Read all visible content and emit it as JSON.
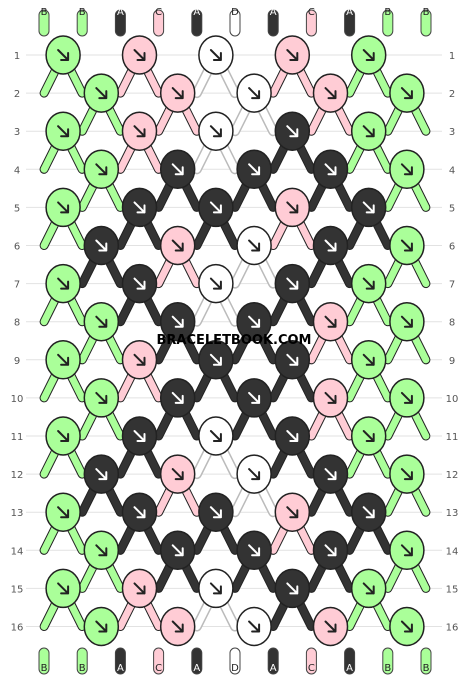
{
  "watermark": "BRACELETBOOK.COM",
  "strands": [
    "B",
    "B",
    "A",
    "C",
    "A",
    "D",
    "A",
    "C",
    "A",
    "B",
    "B"
  ],
  "colors": {
    "A": "#333333",
    "B": "#aaff99",
    "C": "#ffccd5",
    "D": "#ffffff"
  },
  "row_labels": [
    "1",
    "2",
    "3",
    "4",
    "5",
    "6",
    "7",
    "8",
    "9",
    "10",
    "11",
    "12",
    "13",
    "14",
    "15",
    "16"
  ],
  "knots": [
    [
      "B",
      "C",
      "D",
      "C",
      "B"
    ],
    [
      "B",
      "C",
      "D",
      "C",
      "B"
    ],
    [
      "B",
      "C",
      "D",
      "A",
      "B"
    ],
    [
      "B",
      "A",
      "A",
      "A",
      "B"
    ],
    [
      "B",
      "A",
      "A",
      "C",
      "A"
    ],
    [
      "A",
      "C",
      "D",
      "A",
      "B"
    ],
    [
      "B",
      "A",
      "D",
      "A",
      "B"
    ],
    [
      "B",
      "A",
      "A",
      "C",
      "B"
    ],
    [
      "B",
      "C",
      "A",
      "A",
      "B"
    ],
    [
      "B",
      "A",
      "A",
      "C",
      "B"
    ],
    [
      "B",
      "A",
      "D",
      "A",
      "B"
    ],
    [
      "A",
      "C",
      "D",
      "A",
      "B"
    ],
    [
      "B",
      "A",
      "A",
      "C",
      "A"
    ],
    [
      "B",
      "A",
      "A",
      "A",
      "B"
    ],
    [
      "B",
      "C",
      "D",
      "A",
      "B"
    ],
    [
      "B",
      "C",
      "D",
      "C",
      "B"
    ]
  ]
}
